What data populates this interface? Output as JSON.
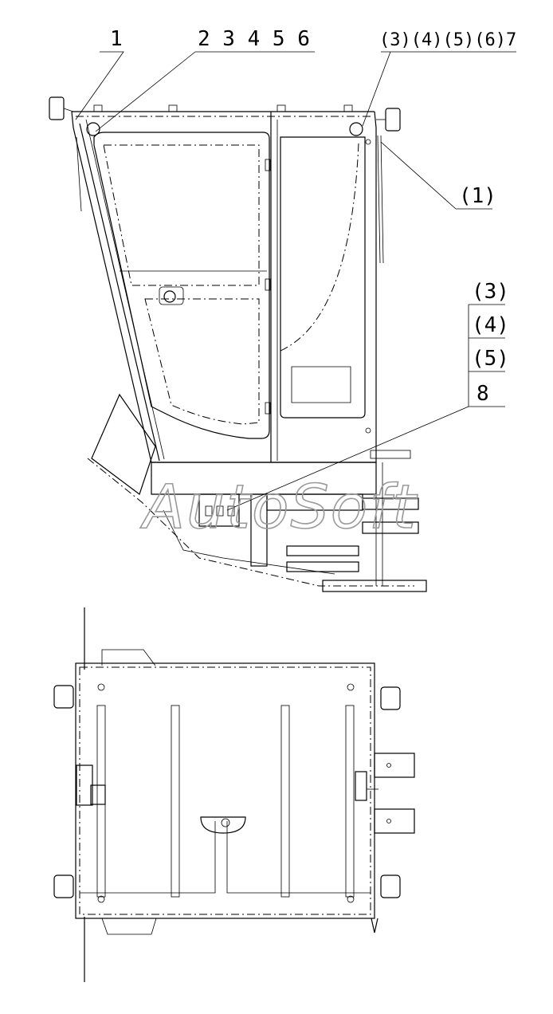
{
  "callouts": {
    "top_left": "1",
    "top_mid": "2 3 4 5 6",
    "top_right": "(3)(4)(5)(6)7",
    "right_1": "(1)",
    "stack": [
      "(3)",
      "(4)",
      "(5)",
      "8"
    ]
  },
  "watermark": "AutoSoft",
  "colors": {
    "ink": "#000000",
    "watermark": "#9a9a9a",
    "background": "#ffffff"
  }
}
